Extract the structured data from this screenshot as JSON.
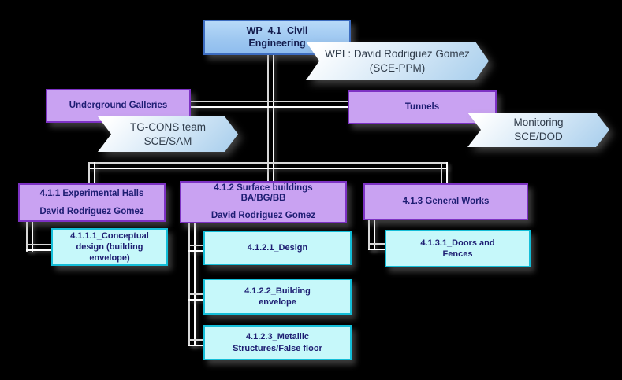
{
  "diagram_title": "WP_4.1 Civil Engineering work breakdown structure",
  "colors": {
    "background": "#000000",
    "root_fill": "#9cc6f0",
    "root_border": "#3c6cc0",
    "branch_fill": "#c9a2f2",
    "branch_border": "#7d32c4",
    "leaf_fill": "#c6f8fa",
    "leaf_border": "#14bed8",
    "banner_fill": "#cfe4f5",
    "node_text": "#1d1d72",
    "banner_text": "#2f3b49",
    "connector": "#ffffff"
  },
  "nodes": {
    "root": {
      "lines": [
        "WP_4.1_Civil",
        "Engineering"
      ]
    },
    "wpl": {
      "lines": [
        "WPL: David Rodriguez Gomez",
        "(SCE-PPM)"
      ]
    },
    "underground": {
      "lines": [
        "Underground Galleries"
      ]
    },
    "tgcons": {
      "lines": [
        "TG-CONS team",
        "SCE/SAM"
      ]
    },
    "tunnels": {
      "lines": [
        "Tunnels"
      ]
    },
    "monitoring": {
      "lines": [
        "Monitoring",
        "SCE/DOD"
      ]
    },
    "n411": {
      "lines": [
        "4.1.1 Experimental Halls",
        "David Rodriguez Gomez"
      ]
    },
    "n412": {
      "lines": [
        "4.1.2 Surface buildings",
        "BA/BG/BB",
        "David Rodriguez Gomez"
      ]
    },
    "n413": {
      "lines": [
        "4.1.3 General Works"
      ]
    },
    "n4111": {
      "lines": [
        "4.1.1.1_Conceptual",
        "design (building",
        "envelope)"
      ]
    },
    "n4121": {
      "lines": [
        "4.1.2.1_Design"
      ]
    },
    "n4122": {
      "lines": [
        "4.1.2.2_Building",
        "envelope"
      ]
    },
    "n4123": {
      "lines": [
        "4.1.2.3_Metallic",
        "Structures/False floor"
      ]
    },
    "n4131": {
      "lines": [
        "4.1.3.1_Doors and",
        "Fences"
      ]
    }
  }
}
